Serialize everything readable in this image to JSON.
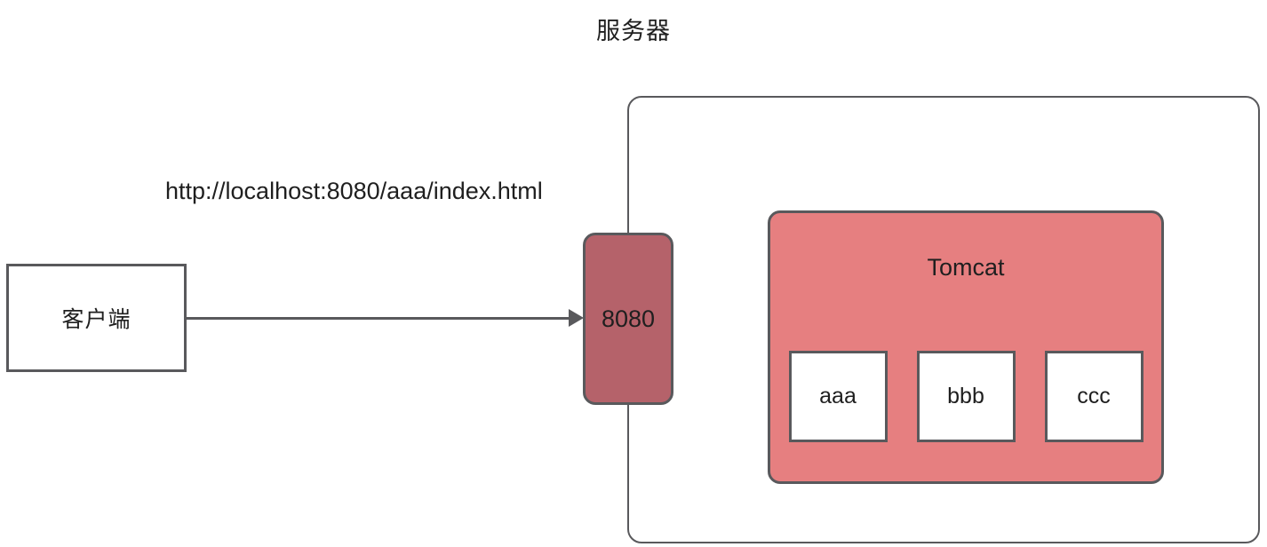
{
  "diagram": {
    "title": "服务器",
    "client": {
      "label": "客户端"
    },
    "request": {
      "url": "http://localhost:8080/aaa/index.html"
    },
    "port": {
      "label": "8080"
    },
    "tomcat": {
      "label": "Tomcat",
      "apps": [
        {
          "label": "aaa"
        },
        {
          "label": "bbb"
        },
        {
          "label": "ccc"
        }
      ]
    },
    "colors": {
      "port_fill": "#b5626a",
      "tomcat_fill": "#e67f80",
      "stroke": "#59595c",
      "app_fill": "#ffffff",
      "background": "#ffffff",
      "text": "#1f1f1f"
    }
  }
}
